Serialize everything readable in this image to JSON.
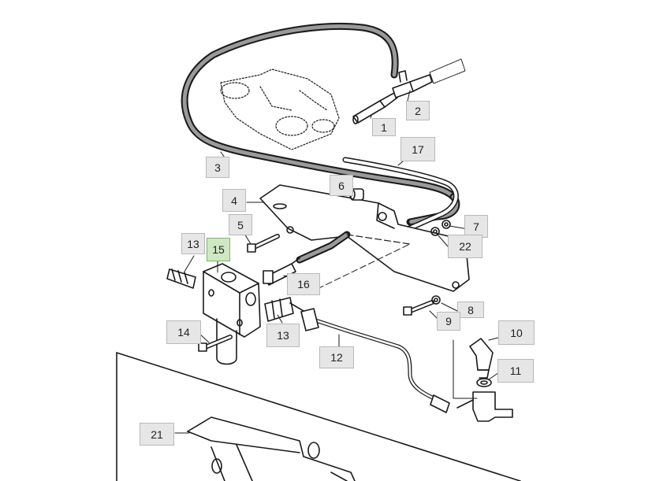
{
  "diagram": {
    "highlighted": "15",
    "highlight_color": "#cfe8c4",
    "callout_color": "#e6e6e6",
    "callouts": {
      "c1": "1",
      "c2": "2",
      "c3": "3",
      "c4": "4",
      "c5": "5",
      "c6": "6",
      "c7": "7",
      "c8": "8",
      "c9": "9",
      "c10": "10",
      "c11": "11",
      "c12": "12",
      "c13a": "13",
      "c13b": "13",
      "c14": "14",
      "c15": "15",
      "c16": "16",
      "c17": "17",
      "c21": "21",
      "c22": "22"
    }
  }
}
